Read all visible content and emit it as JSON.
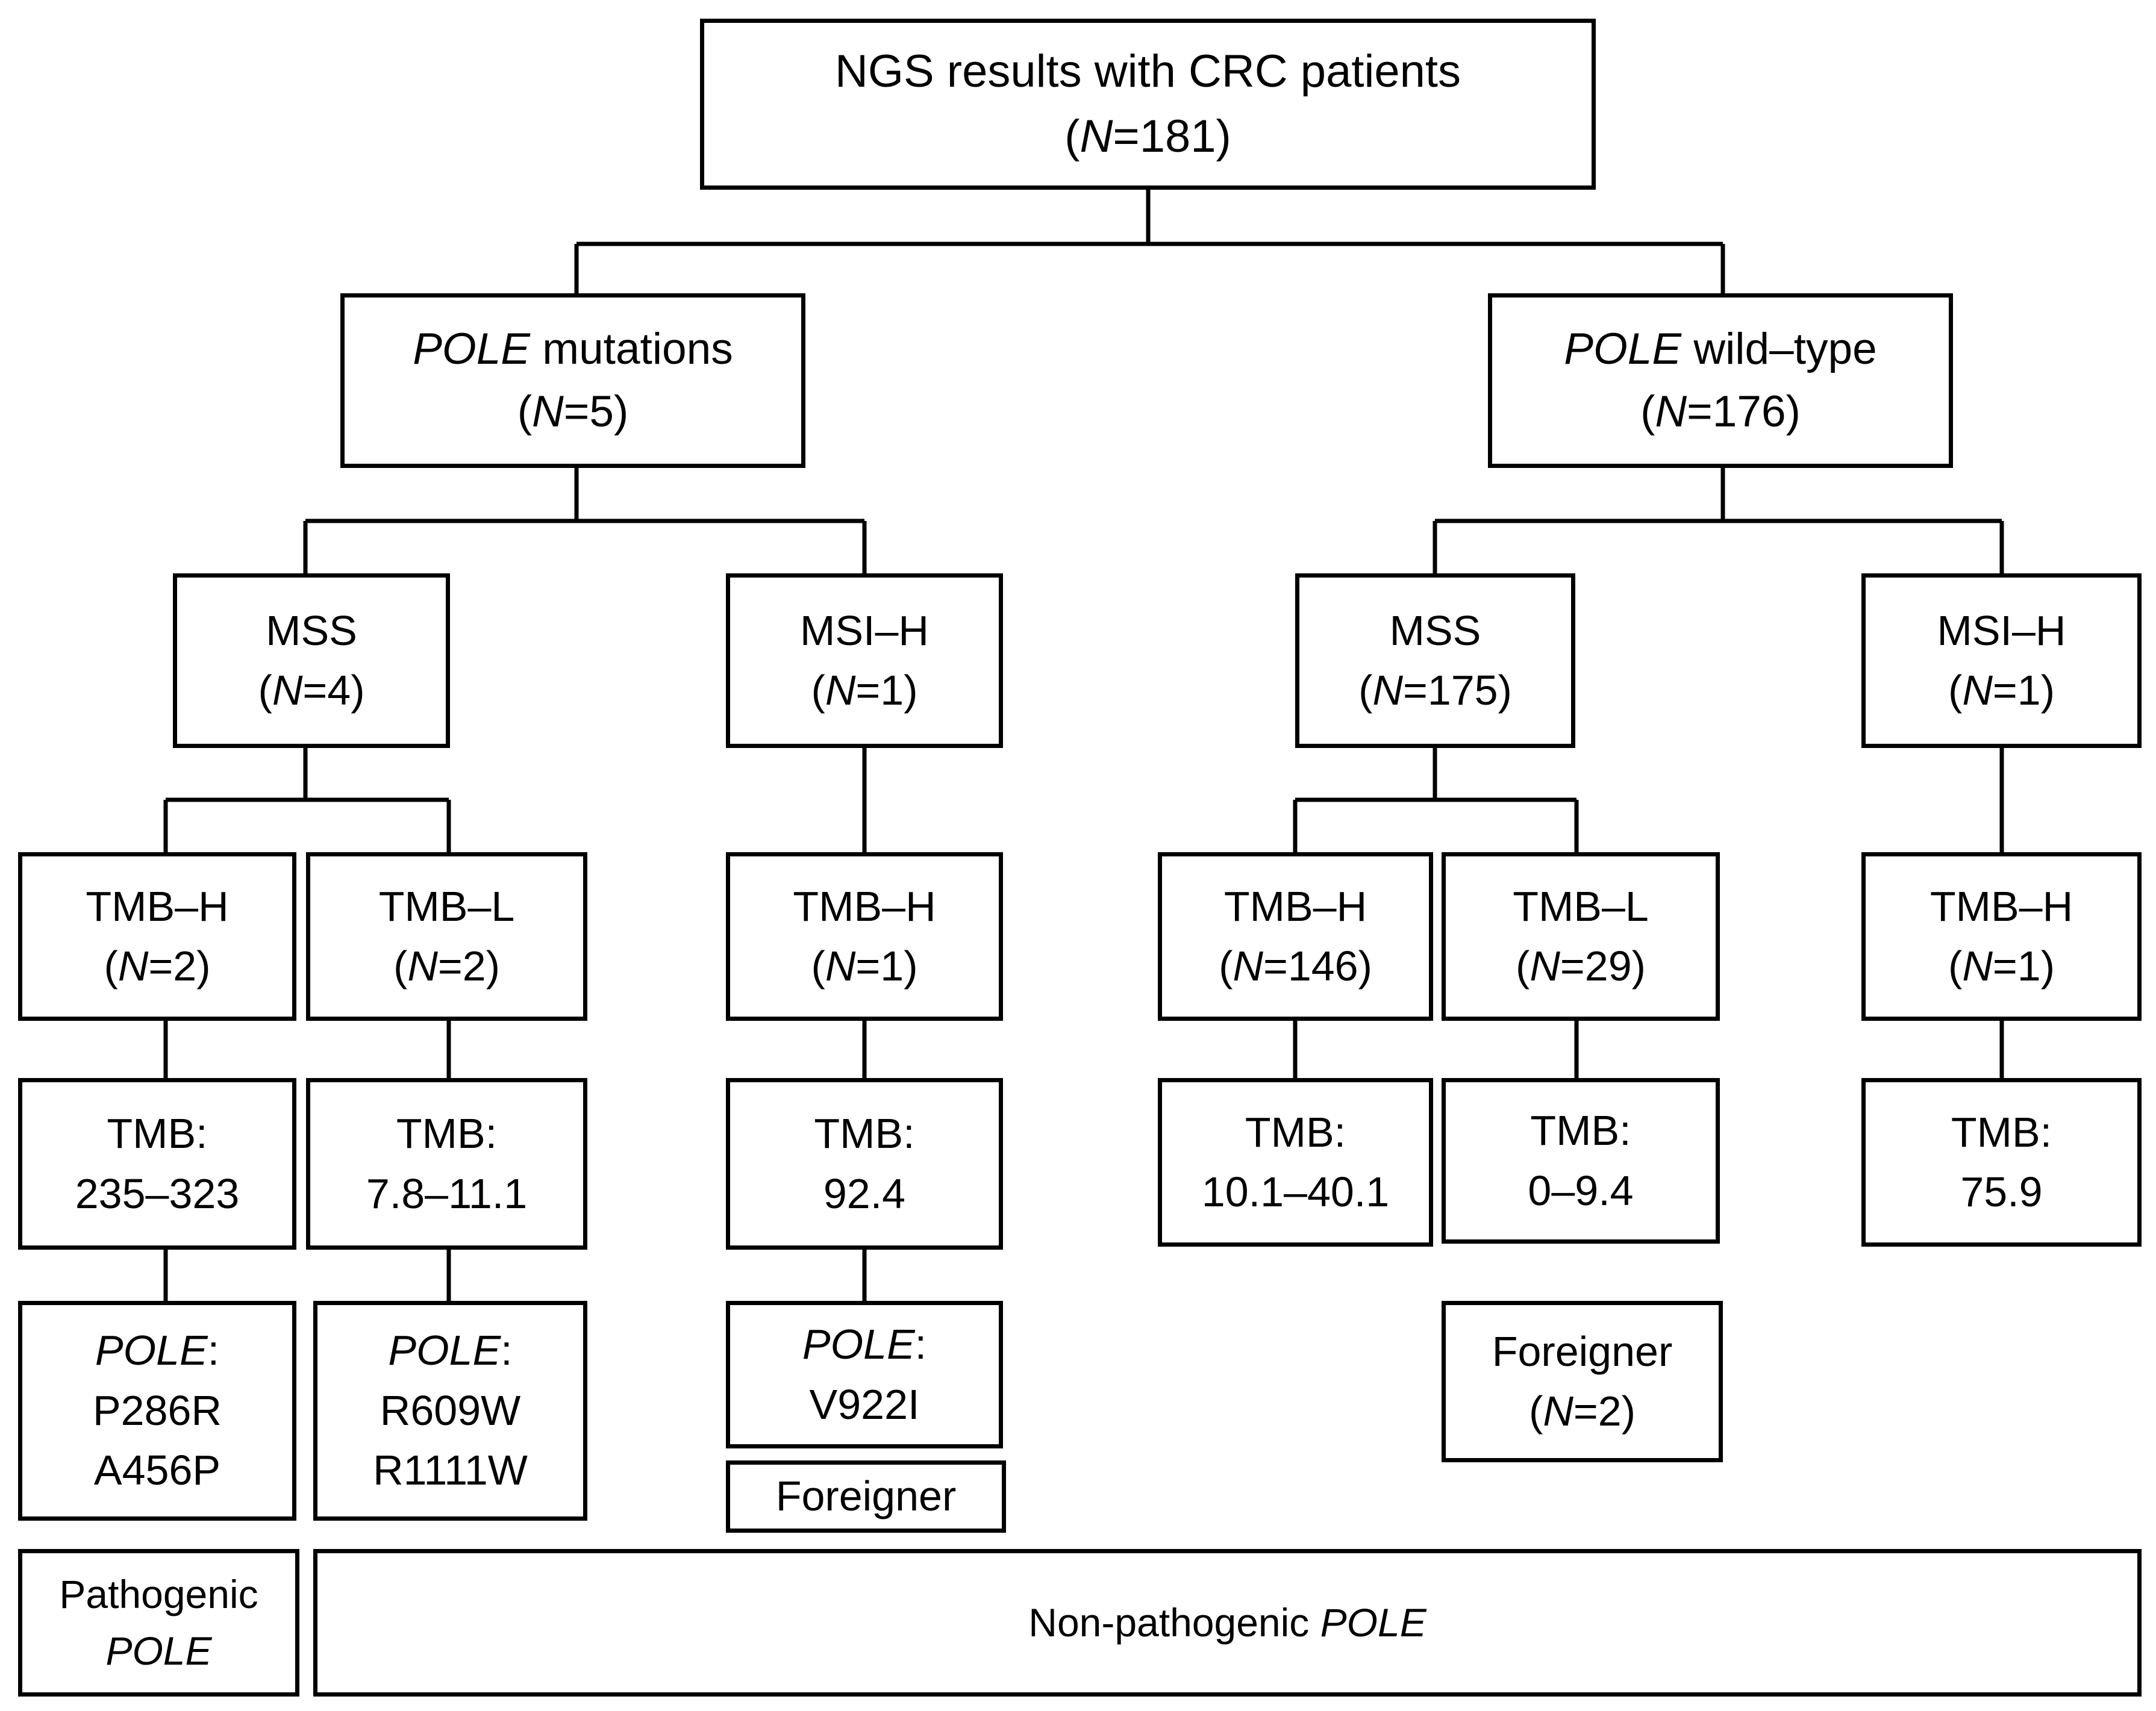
{
  "root": {
    "line1": "NGS results with CRC patients",
    "n_label": "N",
    "n_value": "=181",
    "paren_open": "(",
    "paren_close": ")"
  },
  "pole_mut": {
    "gene": "POLE",
    "rest": " mutations",
    "n_label": "N",
    "n_value": "=5"
  },
  "pole_wt": {
    "gene": "POLE",
    "rest": " wild–type",
    "n_label": "N",
    "n_value": "=176"
  },
  "mut_mss": {
    "line1": "MSS",
    "n_label": "N",
    "n_value": "=4"
  },
  "mut_msih": {
    "line1": "MSI–H",
    "n_label": "N",
    "n_value": "=1"
  },
  "wt_mss": {
    "line1": "MSS",
    "n_label": "N",
    "n_value": "=175"
  },
  "wt_msih": {
    "line1": "MSI–H",
    "n_label": "N",
    "n_value": "=1"
  },
  "mut_mss_tmbh": {
    "line1": "TMB–H",
    "n_label": "N",
    "n_value": "=2"
  },
  "mut_mss_tmbl": {
    "line1": "TMB–L",
    "n_label": "N",
    "n_value": "=2"
  },
  "mut_msih_tmbh": {
    "line1": "TMB–H",
    "n_label": "N",
    "n_value": "=1"
  },
  "wt_mss_tmbh": {
    "line1": "TMB–H",
    "n_label": "N",
    "n_value": "=146"
  },
  "wt_mss_tmbl": {
    "line1": "TMB–L",
    "n_label": "N",
    "n_value": "=29"
  },
  "wt_msih_tmbh": {
    "line1": "TMB–H",
    "n_label": "N",
    "n_value": "=1"
  },
  "tmb_a": {
    "label": "TMB:",
    "value": "235–323"
  },
  "tmb_b": {
    "label": "TMB:",
    "value": "7.8–11.1"
  },
  "tmb_c": {
    "label": "TMB:",
    "value": "92.4"
  },
  "tmb_d": {
    "label": "TMB:",
    "value": "10.1–40.1"
  },
  "tmb_e": {
    "label": "TMB:",
    "value": "0–9.4"
  },
  "tmb_f": {
    "label": "TMB:",
    "value": "75.9"
  },
  "pole_a": {
    "gene": "POLE",
    "colon": ":",
    "v1": "P286R",
    "v2": "A456P"
  },
  "pole_b": {
    "gene": "POLE",
    "colon": ":",
    "v1": "R609W",
    "v2": "R1111W"
  },
  "pole_c": {
    "gene": "POLE",
    "colon": ":",
    "v1": "V922I"
  },
  "foreigner_small": {
    "label": "Foreigner"
  },
  "foreigner_big": {
    "label": "Foreigner",
    "n_label": "N",
    "n_value": "=2"
  },
  "pathogenic": {
    "line1": "Pathogenic",
    "gene": "POLE"
  },
  "non_pathogenic": {
    "text": "Non-pathogenic ",
    "gene": "POLE"
  }
}
